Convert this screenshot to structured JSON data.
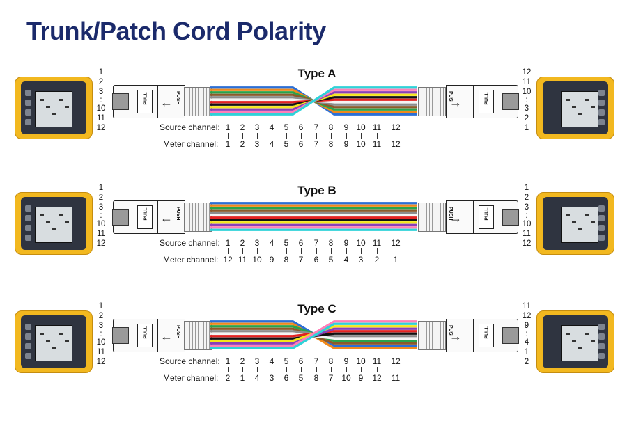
{
  "page": {
    "title": "Trunk/Patch Cord Polarity"
  },
  "labels": {
    "source": "Source channel:",
    "meter": "Meter channel:",
    "pull": "PULL",
    "push": "PUSH",
    "dots": ":"
  },
  "fiber_colors": [
    "#2b6fd6",
    "#f08a1c",
    "#2aa34a",
    "#8b5a2b",
    "#8d8d8d",
    "#f4f4f4",
    "#e32222",
    "#111111",
    "#f4e61b",
    "#8a3fb8",
    "#ff7fb8",
    "#2fd2d8"
  ],
  "panels": [
    {
      "name": "Type A",
      "left_numbers": [
        "1",
        "2",
        "3",
        ":",
        "10",
        "11",
        "12"
      ],
      "right_numbers": [
        "12",
        "11",
        "10",
        ":",
        "3",
        "2",
        "1"
      ],
      "source": [
        "1",
        "2",
        "3",
        "4",
        "5",
        "6",
        "7",
        "8",
        "9",
        "10",
        "11",
        "12"
      ],
      "meter": [
        "1",
        "2",
        "3",
        "4",
        "5",
        "6",
        "7",
        "8",
        "9",
        "10",
        "11",
        "12"
      ],
      "mapping": [
        11,
        10,
        9,
        8,
        7,
        6,
        5,
        4,
        3,
        2,
        1,
        0
      ]
    },
    {
      "name": "Type B",
      "left_numbers": [
        "1",
        "2",
        "3",
        ":",
        "10",
        "11",
        "12"
      ],
      "right_numbers": [
        "1",
        "2",
        "3",
        ":",
        "10",
        "11",
        "12"
      ],
      "source": [
        "1",
        "2",
        "3",
        "4",
        "5",
        "6",
        "7",
        "8",
        "9",
        "10",
        "11",
        "12"
      ],
      "meter": [
        "12",
        "11",
        "10",
        "9",
        "8",
        "7",
        "6",
        "5",
        "4",
        "3",
        "2",
        "1"
      ],
      "mapping": [
        0,
        1,
        2,
        3,
        4,
        5,
        6,
        7,
        8,
        9,
        10,
        11
      ]
    },
    {
      "name": "Type C",
      "left_numbers": [
        "1",
        "2",
        "3",
        ":",
        "10",
        "11",
        "12"
      ],
      "right_numbers": [
        "11",
        "12",
        "9",
        ":",
        "4",
        "1",
        "2"
      ],
      "source": [
        "1",
        "2",
        "3",
        "4",
        "5",
        "6",
        "7",
        "8",
        "9",
        "10",
        "11",
        "12"
      ],
      "meter": [
        "2",
        "1",
        "4",
        "3",
        "6",
        "5",
        "8",
        "7",
        "10",
        "9",
        "12",
        "11"
      ],
      "mapping": [
        10,
        11,
        8,
        9,
        6,
        7,
        4,
        5,
        2,
        3,
        0,
        1
      ]
    }
  ]
}
